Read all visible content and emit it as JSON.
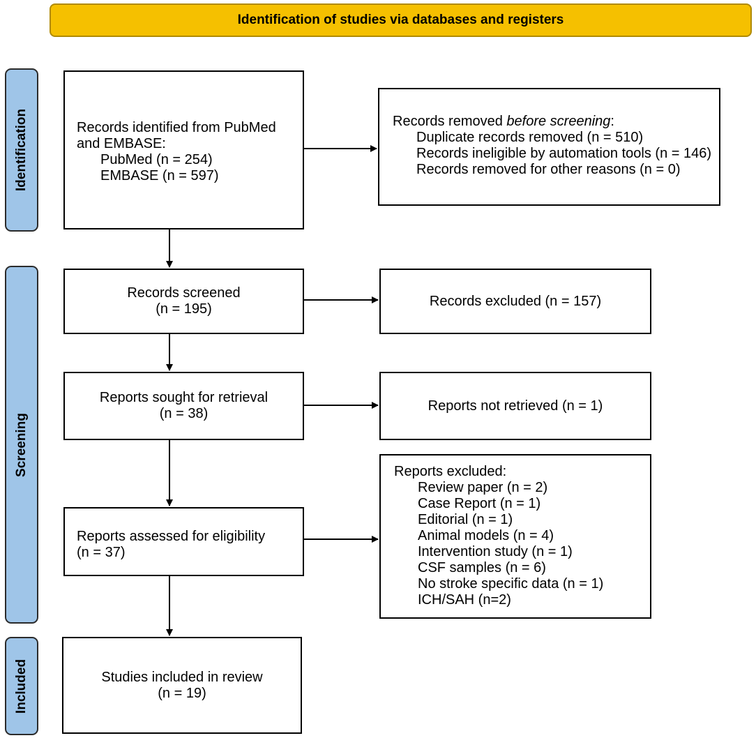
{
  "header": {
    "title": "Identification of studies via databases and registers"
  },
  "phases": {
    "identification": "Identification",
    "screening": "Screening",
    "included": "Included"
  },
  "boxes": {
    "records_identified": {
      "line1": "Records identified from PubMed",
      "line2": "and EMBASE:",
      "pubmed": "PubMed (n = 254)",
      "embase": "EMBASE (n = 597)"
    },
    "records_removed": {
      "title_prefix": "Records removed ",
      "title_italic": "before screening",
      "title_suffix": ":",
      "items": [
        "Duplicate records removed (n = 510)",
        "Records ineligible by automation tools (n = 146)",
        "Records removed for other reasons (n = 0)"
      ]
    },
    "records_screened": {
      "line1": "Records screened",
      "line2": "(n = 195)"
    },
    "records_excluded": {
      "line1": "Records excluded (n = 157)"
    },
    "reports_sought": {
      "line1": "Reports sought for retrieval",
      "line2": "(n = 38)"
    },
    "reports_not_retrieved": {
      "line1": "Reports not retrieved (n = 1)"
    },
    "reports_assessed": {
      "line1": "Reports assessed for eligibility",
      "line2": "(n = 37)"
    },
    "reports_excluded": {
      "title": "Reports excluded:",
      "items": [
        "Review paper (n = 2)",
        "Case Report (n = 1)",
        "Editorial (n = 1)",
        "Animal models (n = 4)",
        "Intervention study (n = 1)",
        "CSF samples (n = 6)",
        "No stroke specific data (n = 1)",
        "ICH/SAH (n=2)"
      ]
    },
    "studies_included": {
      "line1": "Studies included in review",
      "line2": "(n = 19)"
    }
  },
  "colors": {
    "header": "#f5c000",
    "phase": "#9fc5e8"
  }
}
